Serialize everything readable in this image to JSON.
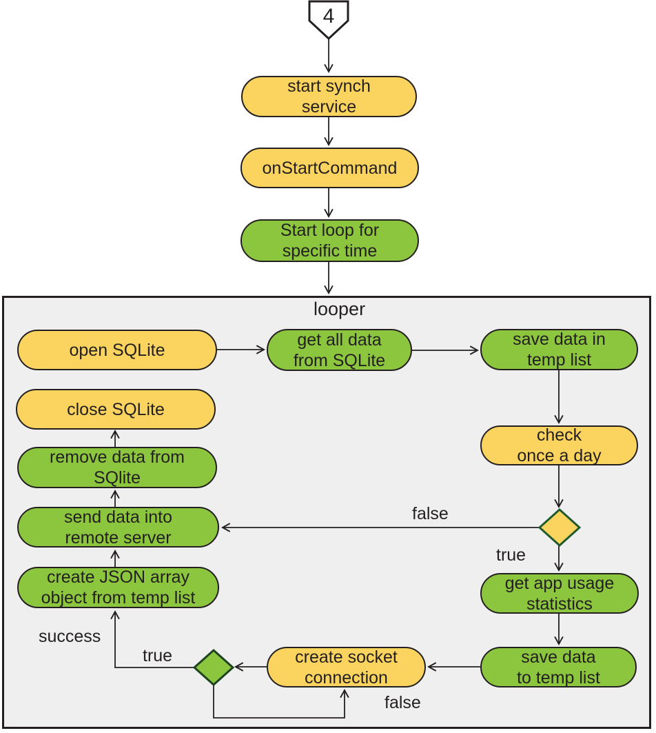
{
  "diagram": {
    "type": "flowchart",
    "title_area": "sync service flow"
  },
  "colors": {
    "node_yellow": "#fbd45f",
    "node_green": "#8cc63f",
    "looper_background": "#efefef",
    "outline": "#231f20",
    "decision_yellow_border": "#1e5a2e",
    "decision_green_border": "#1d4220"
  },
  "container": {
    "label": "looper"
  },
  "nodes": {
    "connector4": {
      "label": "4",
      "shape": "off-page-connector"
    },
    "start_synch": {
      "label": "start synch\nservice",
      "color": "yellow"
    },
    "on_start_command": {
      "label": "onStartCommand",
      "color": "yellow"
    },
    "start_loop": {
      "label": "Start loop for\nspecific time",
      "color": "green"
    },
    "open_sqlite": {
      "label": "open SQLite",
      "color": "yellow"
    },
    "get_all_data": {
      "label": "get all data\nfrom SQLite",
      "color": "green"
    },
    "save_data_in_temp": {
      "label": "save data in\ntemp list",
      "color": "green"
    },
    "close_sqlite": {
      "label": "close SQLite",
      "color": "yellow"
    },
    "check_once_a_day": {
      "label": "check\nonce a day",
      "color": "yellow"
    },
    "get_app_usage": {
      "label": "get app usage\nstatistics",
      "color": "green"
    },
    "save_data_to_temp": {
      "label": "save data\nto temp list",
      "color": "green"
    },
    "create_socket": {
      "label": "create socket\nconnection",
      "color": "yellow"
    },
    "create_json": {
      "label": "create JSON array\nobject from temp list",
      "color": "green"
    },
    "send_data": {
      "label": "send data into\nremote server",
      "color": "green"
    },
    "remove_data": {
      "label": "remove data from\nSQlite",
      "color": "green"
    },
    "decision_check_day": {
      "label": "",
      "shape": "diamond",
      "color": "yellow"
    },
    "decision_socket": {
      "label": "",
      "shape": "diamond",
      "color": "green"
    }
  },
  "edge_labels": {
    "d1_false": "false",
    "d1_true": "true",
    "d2_true": "true",
    "d2_false": "false",
    "success": "success"
  }
}
